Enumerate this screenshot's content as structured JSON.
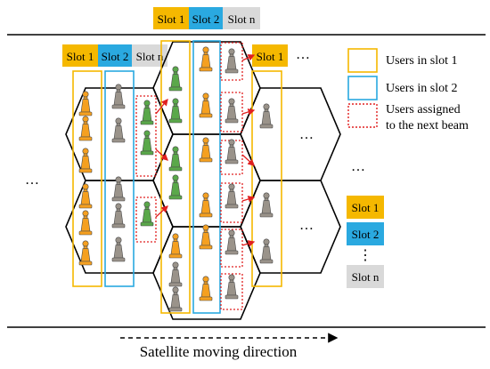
{
  "slots": [
    {
      "label": "Slot 1",
      "color": "#f5b800"
    },
    {
      "label": "Slot 2",
      "color": "#2aa9e0"
    },
    {
      "label": "Slot n",
      "color": "#d9d9d9"
    }
  ],
  "ellipsis": "…",
  "vertical_ellipsis": "⋮",
  "legend": {
    "slot1_text": "Users in slot 1",
    "slot1_color": "#f5b800",
    "slot2_text": "Users in slot 2",
    "slot2_color": "#2aa9e0",
    "next_beam_line1": "Users assigned",
    "next_beam_line2": "to the next beam",
    "next_beam_color": "#e02020"
  },
  "direction_label": "Satellite moving direction",
  "user_colors": {
    "orange": "#f5a020",
    "gray": "#9a938a",
    "green": "#5aa84a"
  },
  "icons": {
    "user": "chess-pawn-icon",
    "assignment_arrow": "red-arrow-icon",
    "direction_arrow": "dashed-arrow-icon"
  }
}
